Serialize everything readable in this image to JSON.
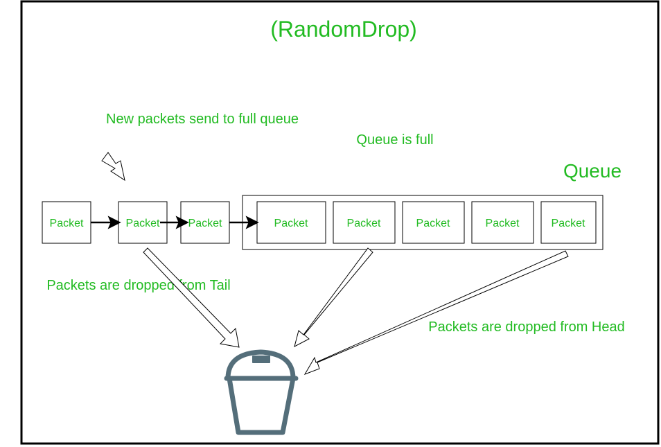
{
  "title": "(RandomDrop)",
  "labels": {
    "new_packets": "New packets send to full queue",
    "queue_full": "Queue is full",
    "queue": "Queue",
    "dropped_tail": "Packets are dropped from Tail",
    "dropped_head": "Packets are dropped from Head"
  },
  "incoming_packets": [
    "Packet",
    "Packet",
    "Packet"
  ],
  "queue_packets": [
    "Packet",
    "Packet",
    "Packet",
    "Packet",
    "Packet"
  ],
  "icons": {
    "trash": "trash-bin-icon"
  },
  "colors": {
    "text": "#22bb22",
    "trash": "#546e7a",
    "stroke": "#000000"
  }
}
